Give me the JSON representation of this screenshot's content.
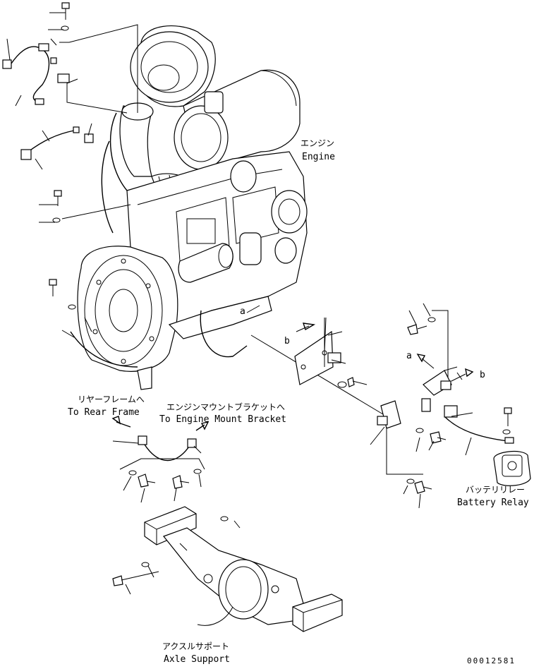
{
  "labels": {
    "engine_jp": "エンジン",
    "engine_en": "Engine",
    "rear_frame_jp": "リヤーフレームへ",
    "rear_frame_en": "To Rear Frame",
    "mount_bracket_jp": "エンジンマウントブラケットへ",
    "mount_bracket_en": "To Engine Mount Bracket",
    "battery_relay_jp": "バッテリリレー",
    "battery_relay_en": "Battery Relay",
    "axle_support_jp": "アクスルサポート",
    "axle_support_en": "Axle Support",
    "callout_a": "a",
    "callout_b": "b",
    "drawing_number": "00012581"
  }
}
